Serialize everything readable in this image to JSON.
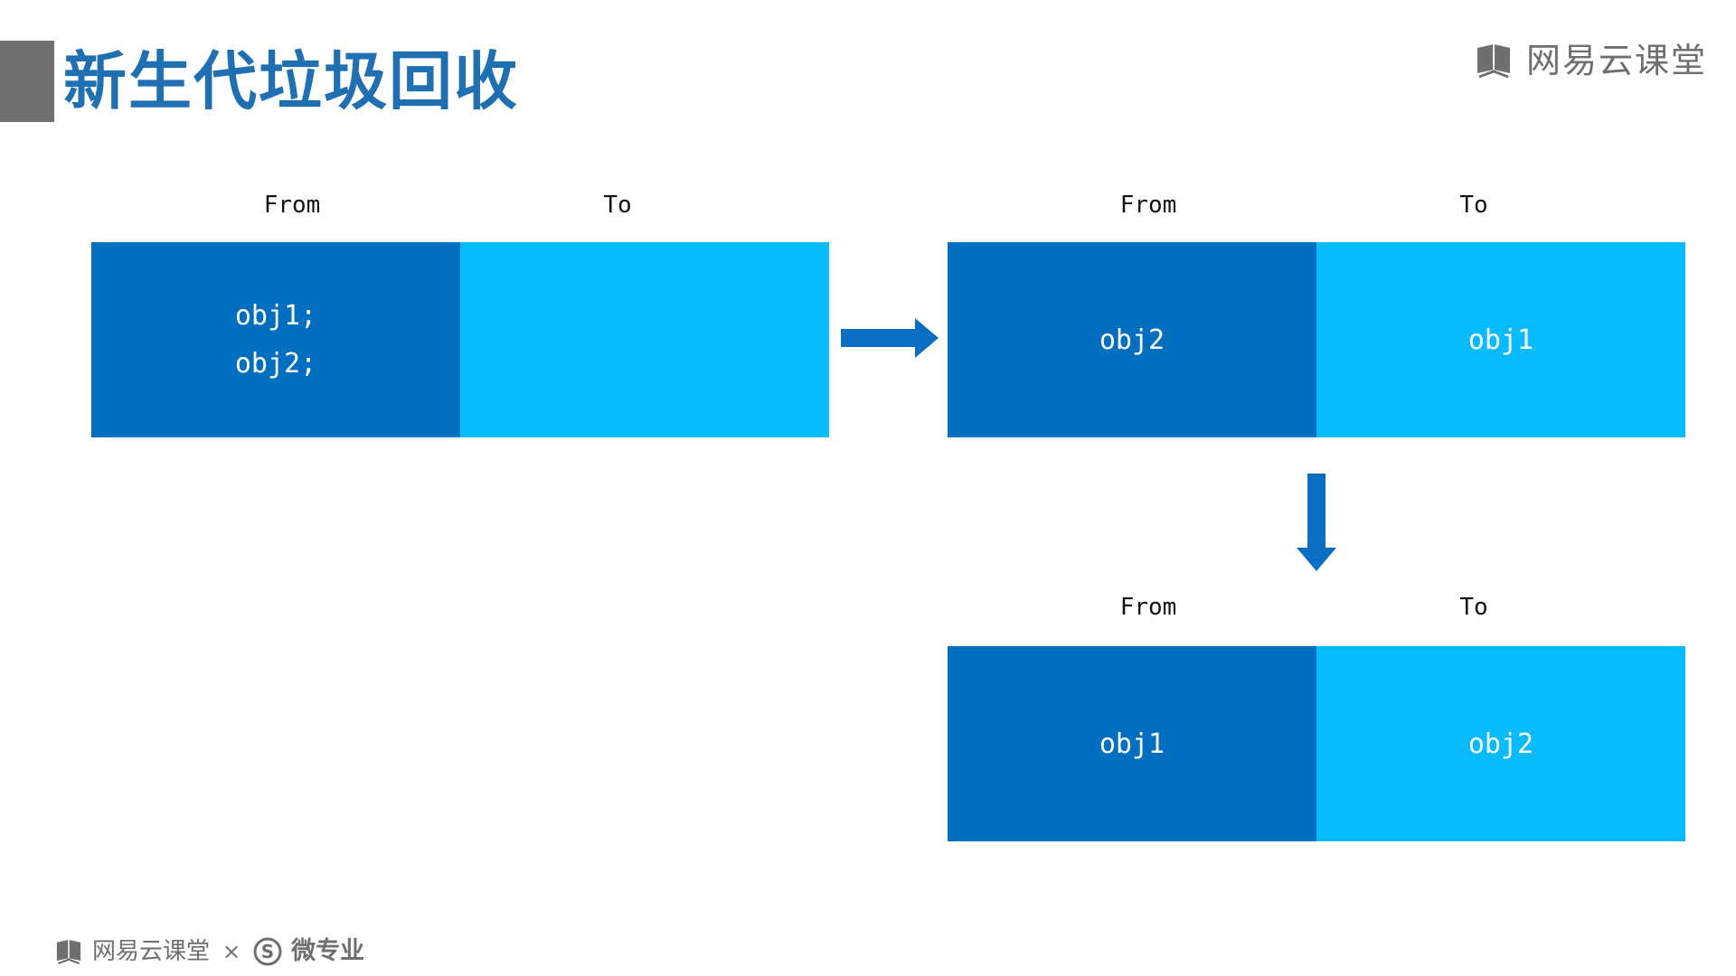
{
  "header": {
    "title": "新生代垃圾回收",
    "logo_text": "网易云课堂"
  },
  "diagram": {
    "stage1": {
      "from_label": "From",
      "to_label": "To",
      "from_objects": [
        "obj1;",
        "obj2;"
      ],
      "to_objects": []
    },
    "stage2": {
      "from_label": "From",
      "to_label": "To",
      "from_objects": [
        "obj2"
      ],
      "to_objects": [
        "obj1"
      ]
    },
    "stage3": {
      "from_label": "From",
      "to_label": "To",
      "from_objects": [
        "obj1"
      ],
      "to_objects": [
        "obj2"
      ]
    }
  },
  "footer": {
    "brand": "网易云课堂",
    "separator": "×",
    "partner_badge": "S",
    "partner": "微专业"
  },
  "colors": {
    "title": "#1f6fb3",
    "from_space": "#006fc0",
    "to_space": "#08baff",
    "arrow": "#0a6fc2",
    "logo_gray": "#6f6f6f",
    "marker_gray": "#707070"
  }
}
